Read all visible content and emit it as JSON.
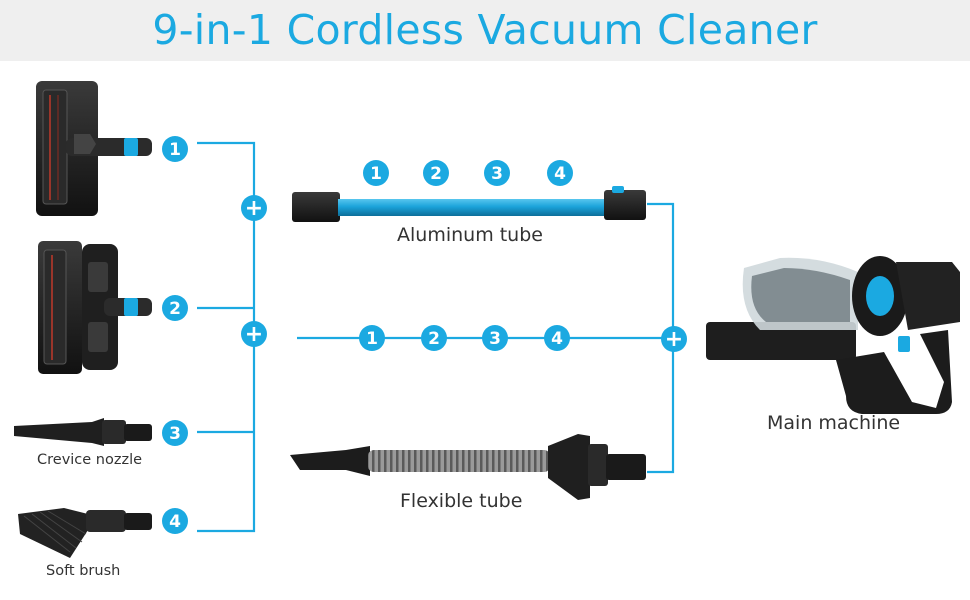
{
  "title": "9-in-1 Cordless Vacuum Cleaner",
  "colors": {
    "accent": "#1ba9e1",
    "title_bg": "#efefef",
    "tool_dark": "#1c1c1c",
    "tube_blue": "#22a6dc",
    "hose_grey": "#8a8a8a"
  },
  "heads": [
    {
      "number": "1",
      "label": "",
      "icon": "floor-brush-head"
    },
    {
      "number": "2",
      "label": "",
      "icon": "floor-brush-head-wide"
    },
    {
      "number": "3",
      "label": "Crevice nozzle",
      "icon": "crevice-nozzle"
    },
    {
      "number": "4",
      "label": "Soft brush",
      "icon": "soft-brush"
    }
  ],
  "plus_symbol": "+",
  "aluminum_tube": {
    "label": "Aluminum tube",
    "numbers": [
      "1",
      "2",
      "3",
      "4"
    ]
  },
  "direct_line": {
    "numbers": [
      "1",
      "2",
      "3",
      "4"
    ]
  },
  "flexible_tube": {
    "label": "Flexible tube"
  },
  "main_machine": {
    "label": "Main machine"
  }
}
